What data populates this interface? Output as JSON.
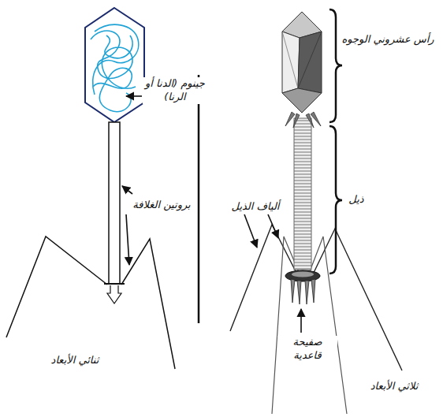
{
  "diagram": {
    "labels": [
      "جينوم (الدنا أو الرنا)",
      "بروتين الغلافة",
      "ثنائي الأبعاد",
      "رأس عشروني الوجوه",
      "ذيل",
      "ألياف الذيل",
      "صفيحة قاعدية",
      "ثلاثي الأبعاد"
    ]
  }
}
